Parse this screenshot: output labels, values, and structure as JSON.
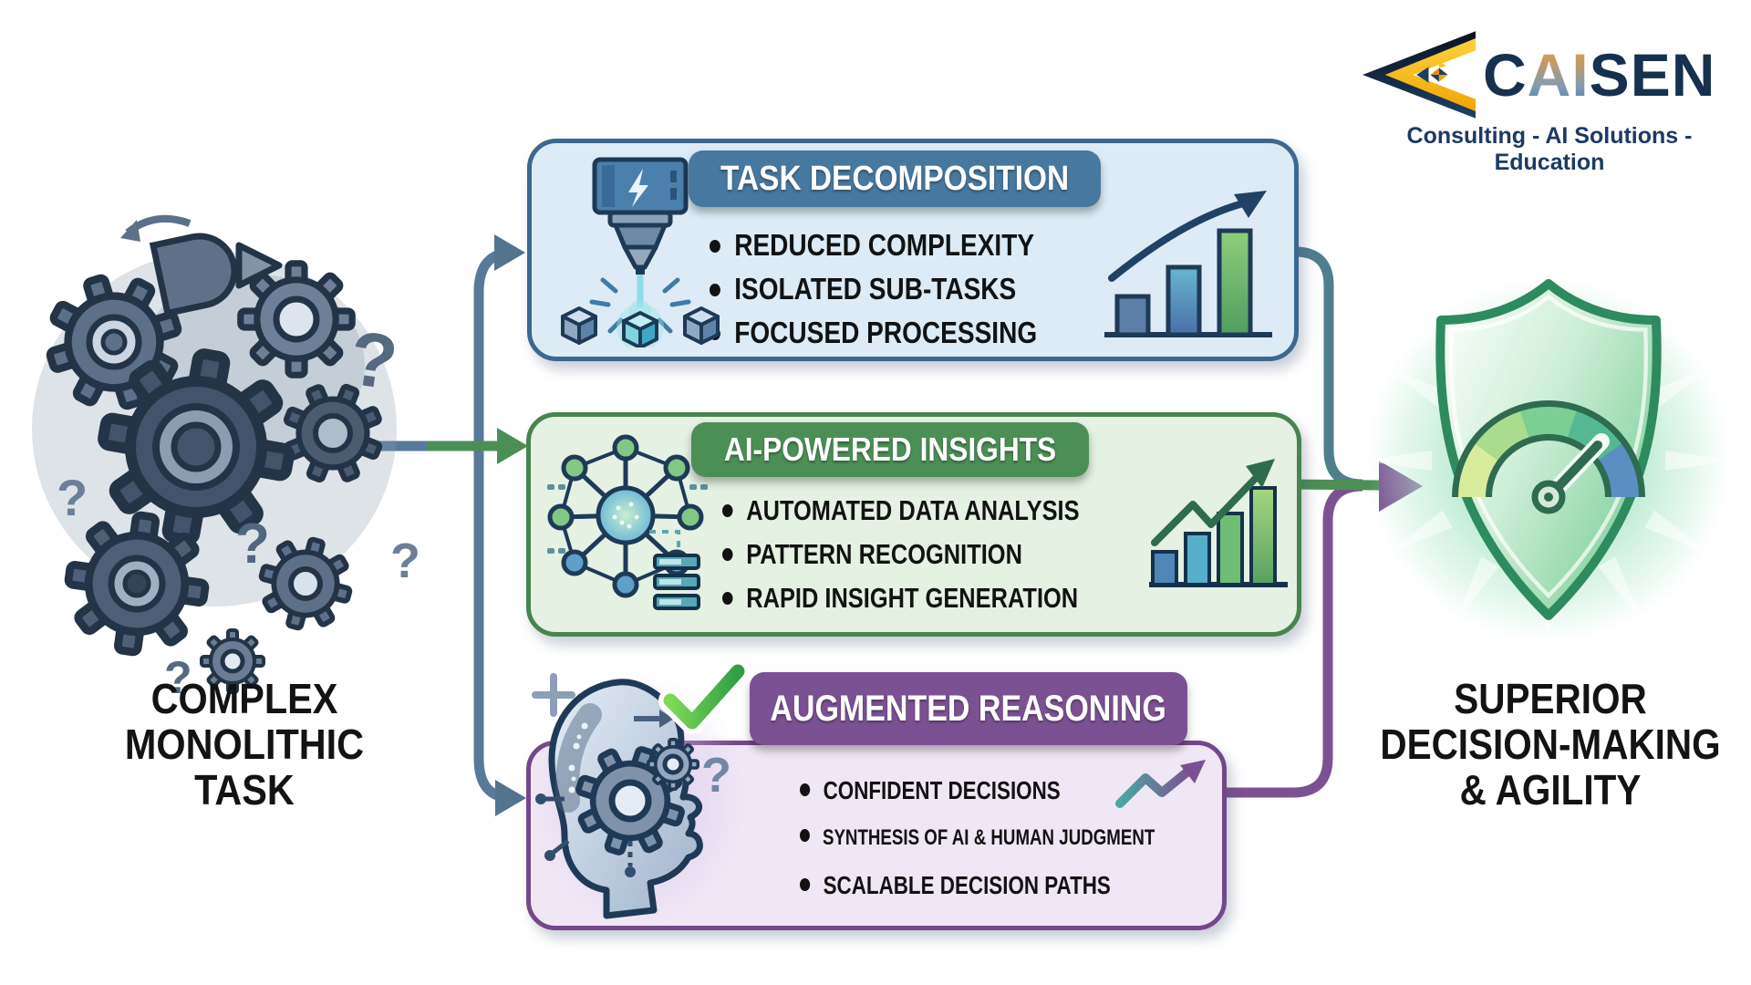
{
  "brand": {
    "name_prefix": "C",
    "name_ai": "AI",
    "name_suffix": "SEN",
    "tagline": "Consulting - AI Solutions - Education",
    "logo_icon": "nested-arrow-left-icon",
    "colors": {
      "navy": "#16304f",
      "yellow": "#ffc415",
      "orange": "#f08c00"
    }
  },
  "source": {
    "icon": "tangled-gears-icon",
    "label_lines": [
      "COMPLEX",
      "MONOLITHIC",
      "TASK"
    ]
  },
  "outcome": {
    "icon": "shield-gauge-icon",
    "label_lines": [
      "SUPERIOR",
      "DECISION-MAKING",
      "& AGILITY"
    ]
  },
  "boxes": [
    {
      "title": "TASK DECOMPOSITION",
      "bullets": [
        "REDUCED COMPLEXITY",
        "ISOLATED SUB-TASKS",
        "FOCUSED PROCESSING"
      ],
      "icon": "laser-splitting-cubes-icon",
      "chart_icon": "rising-bar-chart-icon",
      "colors": {
        "pill": "#47789f",
        "fill": "#dcebf5",
        "border": "#3c6890"
      }
    },
    {
      "title": "AI-POWERED INSIGHTS",
      "bullets": [
        "AUTOMATED DATA ANALYSIS",
        "PATTERN RECOGNITION",
        "RAPID INSIGHT GENERATION"
      ],
      "icon": "neural-network-icon",
      "chart_icon": "rising-bar-chart-zigzag-icon",
      "colors": {
        "pill": "#4b8f54",
        "fill": "#e4f1e3",
        "border": "#47854f"
      }
    },
    {
      "title": "AUGMENTED REASONING",
      "bullets": [
        "CONFIDENT DECISIONS",
        "SYNTHESIS OF AI & HUMAN JUDGMENT",
        "SCALABLE DECISION PATHS"
      ],
      "icon": "ai-head-checkmark-icon",
      "chart_icon": "zigzag-trend-arrow-icon",
      "colors": {
        "pill": "#7c5193",
        "fill": "#efe7f4",
        "border": "#73488a"
      }
    }
  ],
  "connectors": {
    "trunk_color": "#58799a",
    "branch_mid_color": "#4c8f55",
    "merge_top_color": "#4f7f8d",
    "merge_bottom_color": "#7c5193",
    "merge_arrow_color": "#7c5193"
  }
}
